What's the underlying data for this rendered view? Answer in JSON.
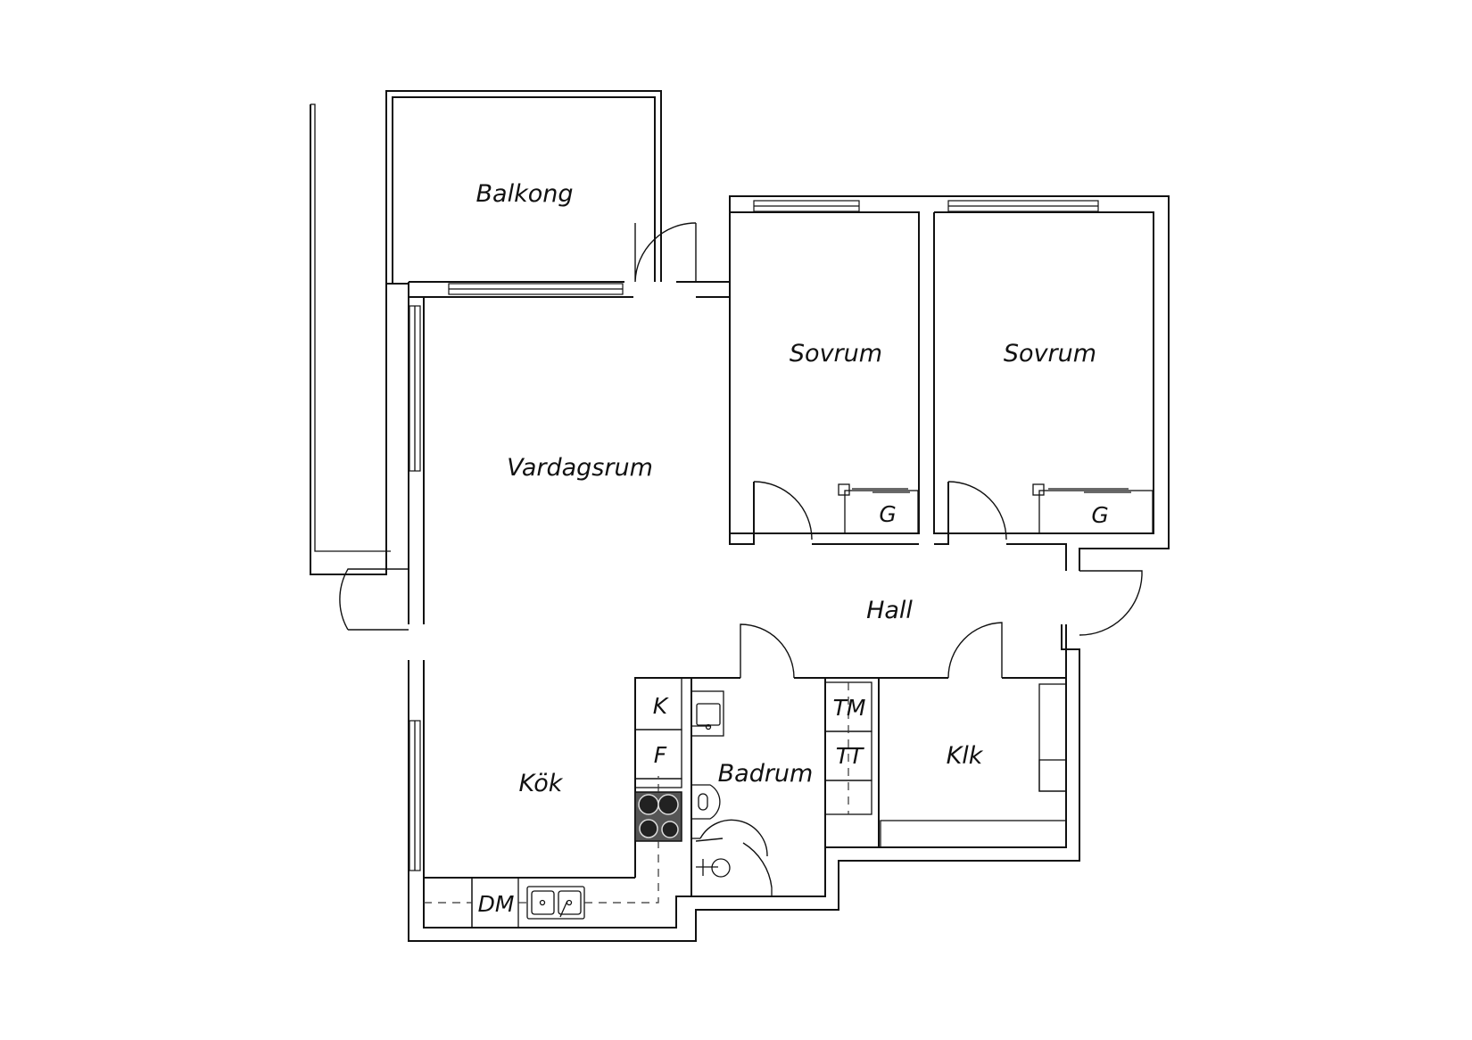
{
  "rooms": {
    "balkong": "Balkong",
    "vardagsrum": "Vardagsrum",
    "sovrum_1": "Sovrum",
    "sovrum_2": "Sovrum",
    "hall": "Hall",
    "kok": "Kök",
    "badrum": "Badrum",
    "klk": "Klk"
  },
  "fixtures": {
    "wardrobe_1": "G",
    "wardrobe_2": "G",
    "fridge": "K",
    "freezer": "F",
    "dishwasher": "DM",
    "washing_machine": "TM",
    "dryer": "TT"
  }
}
